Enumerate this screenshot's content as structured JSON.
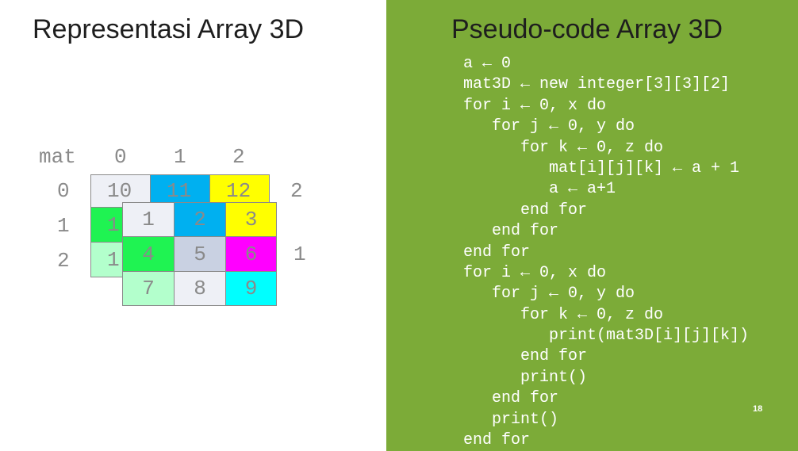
{
  "left_panel": {
    "title": "Representasi Array 3D",
    "diagram": {
      "name_label": "mat",
      "column_labels": [
        "0",
        "1",
        "2"
      ],
      "row_labels": [
        "0",
        "1",
        "2"
      ],
      "layer_labels": [
        "2",
        "1"
      ],
      "back_layer": {
        "row0": [
          "10",
          "11",
          "12"
        ],
        "col0_rows": [
          "1",
          "1"
        ]
      },
      "front_layer": [
        [
          "1",
          "2",
          "3"
        ],
        [
          "4",
          "5",
          "6"
        ],
        [
          "7",
          "8",
          "9"
        ]
      ],
      "colors": {
        "light_gray": "#eef0f6",
        "blue": "#00b0f0",
        "yellow": "#ffff00",
        "green": "#1ff352",
        "slate": "#c9d1e2",
        "magenta": "#ff00ff",
        "mint": "#b3ffcc",
        "cyan": "#00ffff"
      }
    }
  },
  "right_panel": {
    "title": "Pseudo-code Array 3D",
    "background": "#7cab38",
    "code_lines": [
      "a ← 0",
      "mat3D ← new integer[3][3][2]",
      "for i ← 0, x do",
      "   for j ← 0, y do",
      "      for k ← 0, z do",
      "         mat[i][j][k] ← a + 1",
      "         a ← a+1",
      "      end for",
      "   end for",
      "end for",
      "for i ← 0, x do",
      "   for j ← 0, y do",
      "      for k ← 0, z do",
      "         print(mat3D[i][j][k])",
      "      end for",
      "      print()",
      "   end for",
      "   print()",
      "end for"
    ],
    "page_number": "18"
  }
}
